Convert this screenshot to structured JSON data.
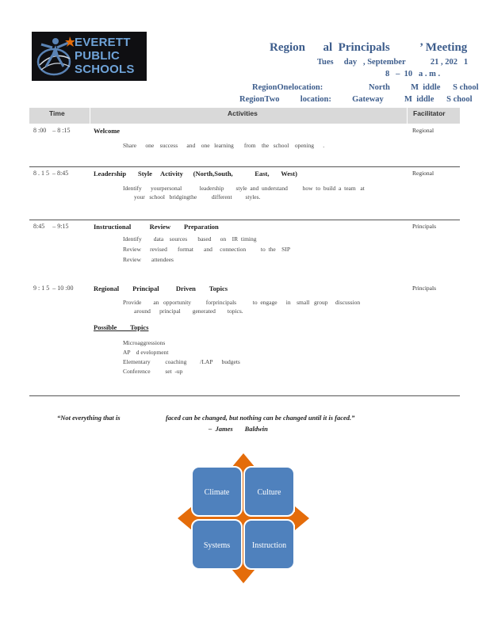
{
  "logo": {
    "line1": "EVERETT",
    "line2": "PUBLIC",
    "line3": "SCHOOLS"
  },
  "header": {
    "title": "Region      al  Principals          ’ Meeting",
    "date": "Tues     day   , September            21 , 202   1",
    "time": "8   –  10   a . m .",
    "region_one": "RegionOnelocation:                      North          M  iddle      S chool",
    "region_two": "RegionTwo          location:          Gateway          M  iddle      S chool"
  },
  "table": {
    "headers": {
      "time": "Time",
      "activities": "Activities",
      "facilitator": "Facilitator"
    },
    "rows": [
      {
        "time": "8 :00    – 8 :15",
        "title": "Welcome",
        "facilitator": "Regional",
        "bullets": [
          "Share      one    success      and    one   learning       from    the   school    opening      ."
        ]
      },
      {
        "time": "8 . 1 5  – 8:45",
        "title": "Leadership       Style     Activity      (North,South,             East,       West)",
        "facilitator": "Regional",
        "bullets": [
          "Identify      yourpersonal            leadership        style  and  understand          how  to  build  a  team   at"
        ],
        "continuation": "your   school   bridgingthe          different         styles."
      },
      {
        "time": "8:45     – 9:15",
        "title": "Instructional           Review        Preparation",
        "facilitator": "Principals",
        "bullets": [
          "Identify        data    sources       based      on    IR  timing",
          "Review      revised       format       and     connection          to  the    SIP",
          "Review       attendees"
        ]
      },
      {
        "time": "9 : 1 5  – 10 :00",
        "title": "Regional        Principal          Driven        Topics",
        "facilitator": "Principals",
        "bullets": [
          "Provide        an   opportunity          forprincipals           to  engage      in    small   group     discussion"
        ],
        "continuation": "around      principal        generated        topics.",
        "subhead": "Possible        Topics",
        "topics": [
          "Microaggressions",
          "AP    d evelopment",
          "Elementary          coaching         /LAP      budgets",
          "Conference          set  -up"
        ]
      }
    ]
  },
  "quote": {
    "text": "“Not everything that is                           faced can be changed, but nothing can be changed until it is faced.”",
    "author": "–  James       Baldwin"
  },
  "diagram": {
    "boxes": [
      "Climate",
      "Culture",
      "Systems",
      "Instruction"
    ],
    "box_color": "#4f81bd",
    "arrow_color": "#e46c0a"
  },
  "bullet_glyph": ""
}
